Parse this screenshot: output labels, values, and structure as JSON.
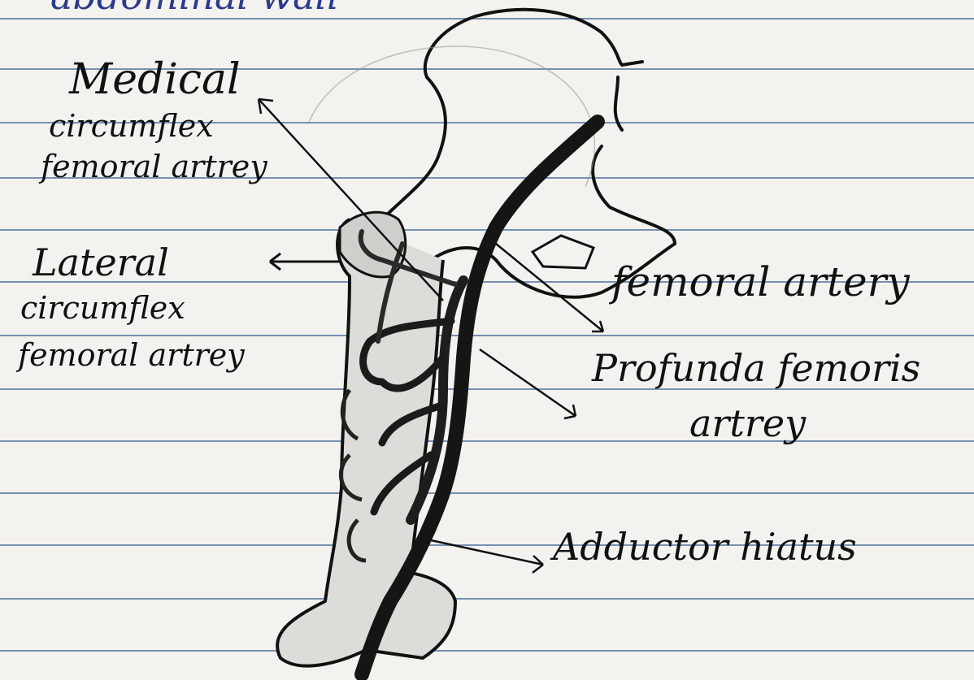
{
  "top_text": "abdominal wall",
  "labels": {
    "medial_line1": "Medical",
    "medial_line2": "circumflex",
    "medial_line3": "femoral artrey",
    "lateral_line1": "Lateral",
    "lateral_line2": "circumflex",
    "lateral_line3": "femoral artrey",
    "femoral": "femoral artery",
    "profunda_line1": "Profunda femoris",
    "profunda_line2": "artrey",
    "adductor": "Adductor hiatus"
  },
  "colors": {
    "paper": "#f3f2ee",
    "rule": "#5f7fa8",
    "ink": "#111111",
    "blue_ink": "#2b3a8c"
  }
}
